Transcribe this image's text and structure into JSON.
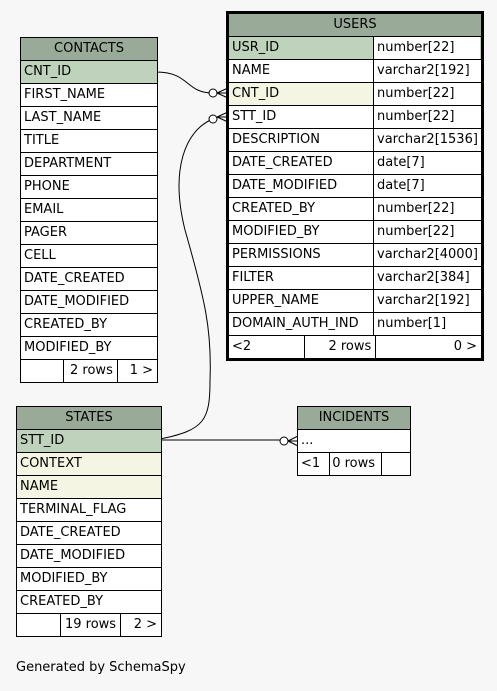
{
  "footer_text": "Generated by SchemaSpy",
  "contacts": {
    "title": "CONTACTS",
    "columns": [
      "CNT_ID",
      "FIRST_NAME",
      "LAST_NAME",
      "TITLE",
      "DEPARTMENT",
      "PHONE",
      "EMAIL",
      "PAGER",
      "CELL",
      "DATE_CREATED",
      "DATE_MODIFIED",
      "CREATED_BY",
      "MODIFIED_BY"
    ],
    "footer": {
      "left": "",
      "rows": "2 rows",
      "right": "1 >"
    }
  },
  "users": {
    "title": "USERS",
    "columns": [
      {
        "name": "USR_ID",
        "type": "number[22]"
      },
      {
        "name": "NAME",
        "type": "varchar2[192]"
      },
      {
        "name": "CNT_ID",
        "type": "number[22]"
      },
      {
        "name": "STT_ID",
        "type": "number[22]"
      },
      {
        "name": "DESCRIPTION",
        "type": "varchar2[1536]"
      },
      {
        "name": "DATE_CREATED",
        "type": "date[7]"
      },
      {
        "name": "DATE_MODIFIED",
        "type": "date[7]"
      },
      {
        "name": "CREATED_BY",
        "type": "number[22]"
      },
      {
        "name": "MODIFIED_BY",
        "type": "number[22]"
      },
      {
        "name": "PERMISSIONS",
        "type": "varchar2[4000]"
      },
      {
        "name": "FILTER",
        "type": "varchar2[384]"
      },
      {
        "name": "UPPER_NAME",
        "type": "varchar2[192]"
      },
      {
        "name": "DOMAIN_AUTH_IND",
        "type": "number[1]"
      }
    ],
    "footer": {
      "left": "<2",
      "rows": "2 rows",
      "right": "0 >"
    }
  },
  "states": {
    "title": "STATES",
    "columns": [
      "STT_ID",
      "CONTEXT",
      "NAME",
      "TERMINAL_FLAG",
      "DATE_CREATED",
      "DATE_MODIFIED",
      "MODIFIED_BY",
      "CREATED_BY"
    ],
    "footer": {
      "left": "",
      "rows": "19 rows",
      "right": "2 >"
    }
  },
  "incidents": {
    "title": "INCIDENTS",
    "columns": [
      "..."
    ],
    "footer": {
      "left": "<1",
      "rows": "0 rows",
      "right": ""
    }
  }
}
